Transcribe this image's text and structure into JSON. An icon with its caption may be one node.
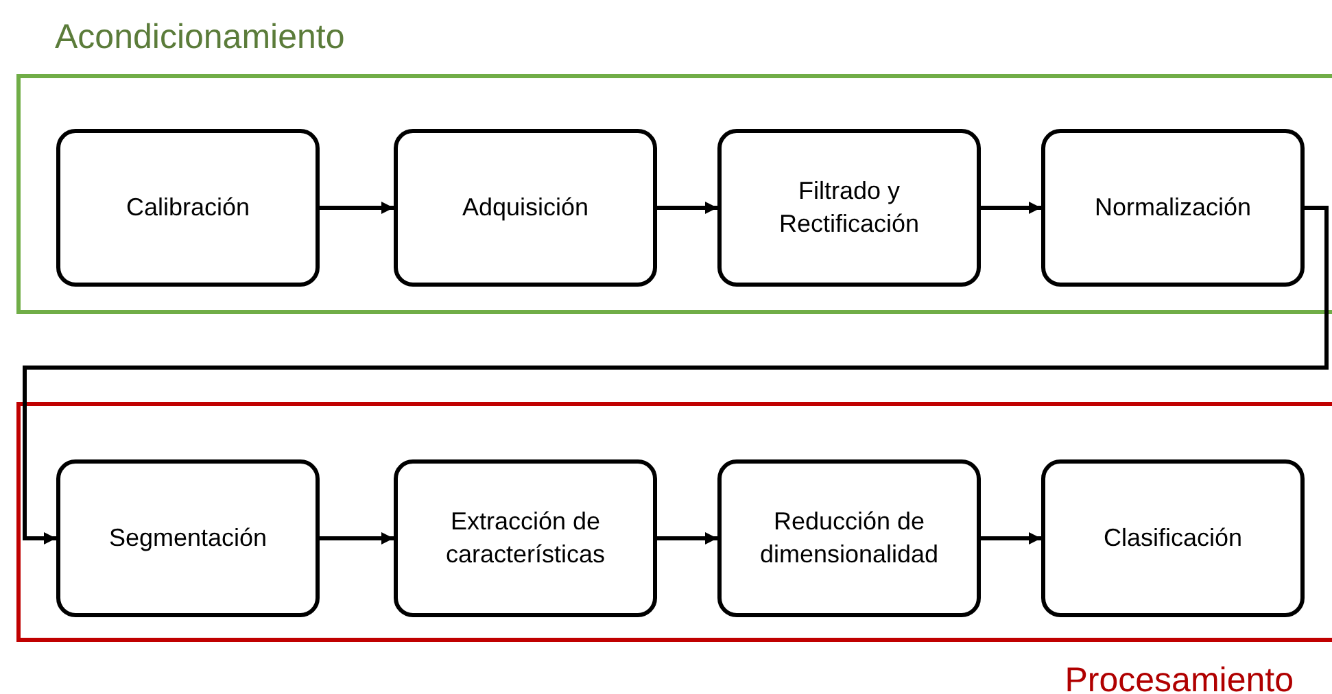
{
  "diagram": {
    "nodes": [
      {
        "text": [
          "Acondicionamiento"
        ]
      },
      {
        "text": [
          "Calibración"
        ],
        "in": 0
      },
      {
        "text": [
          "Adquisición"
        ],
        "in": 0
      },
      {
        "text": [
          "Filtrado y Rectificación"
        ],
        "in": 0
      },
      {
        "text": [
          "Normalización"
        ],
        "in": 0
      },
      {
        "text": [
          "Procesamiento"
        ]
      },
      {
        "text": [
          "Segmentación"
        ],
        "in": 5
      },
      {
        "text": [
          "Extracción de características"
        ],
        "in": 5
      },
      {
        "text": [
          "Reducción de dimensionalidad"
        ],
        "in": 5
      },
      {
        "text": [
          "Clasificación"
        ],
        "in": 5
      }
    ],
    "edges": [
      {
        "from": 1,
        "to": 2,
        "arrow": "to"
      },
      {
        "from": 2,
        "to": 3,
        "arrow": "to"
      },
      {
        "from": 3,
        "to": 4,
        "arrow": "to"
      },
      {
        "from": 4,
        "to": 6,
        "arrow": "to"
      },
      {
        "from": 6,
        "to": 7,
        "arrow": "to"
      },
      {
        "from": 7,
        "to": 8,
        "arrow": "to"
      },
      {
        "from": 8,
        "to": 9,
        "arrow": "to"
      }
    ]
  }
}
